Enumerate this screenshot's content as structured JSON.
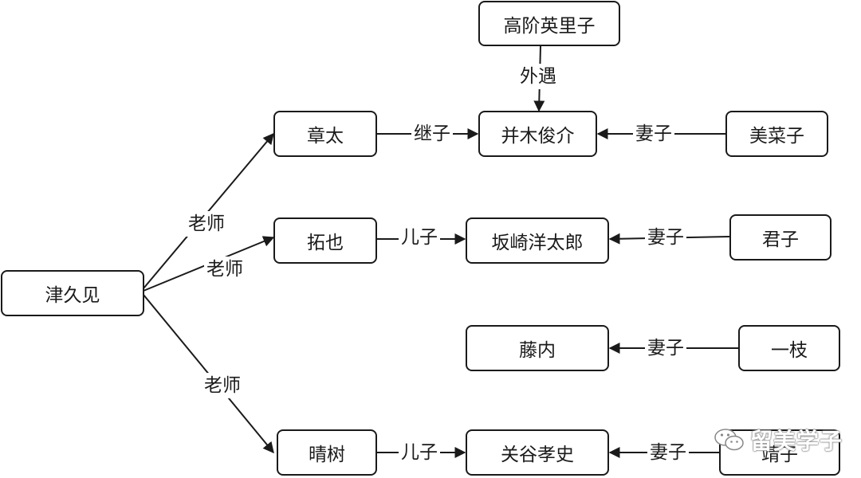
{
  "nodes": {
    "tsukumi": "津久见",
    "shota": "章太",
    "takuya": "拓也",
    "haruki": "晴树",
    "takai": "高阶英里子",
    "namiki": "并木俊介",
    "minako": "美菜子",
    "sakazaki": "坂崎洋太郎",
    "kimiko": "君子",
    "fujiuchi": "藤内",
    "kazue": "一枝",
    "sekiya": "关谷孝史",
    "yasuko": "靖子"
  },
  "edges": {
    "teacher_1": "老师",
    "teacher_2": "老师",
    "teacher_3": "老师",
    "affair": "外遇",
    "stepson": "继子",
    "wife_1": "妻子",
    "son_1": "儿子",
    "wife_2": "妻子",
    "wife_3": "妻子",
    "son_2": "儿子",
    "wife_4": "妻子"
  },
  "watermark": {
    "text": "留美学子",
    "icon": "wechat-icon"
  }
}
